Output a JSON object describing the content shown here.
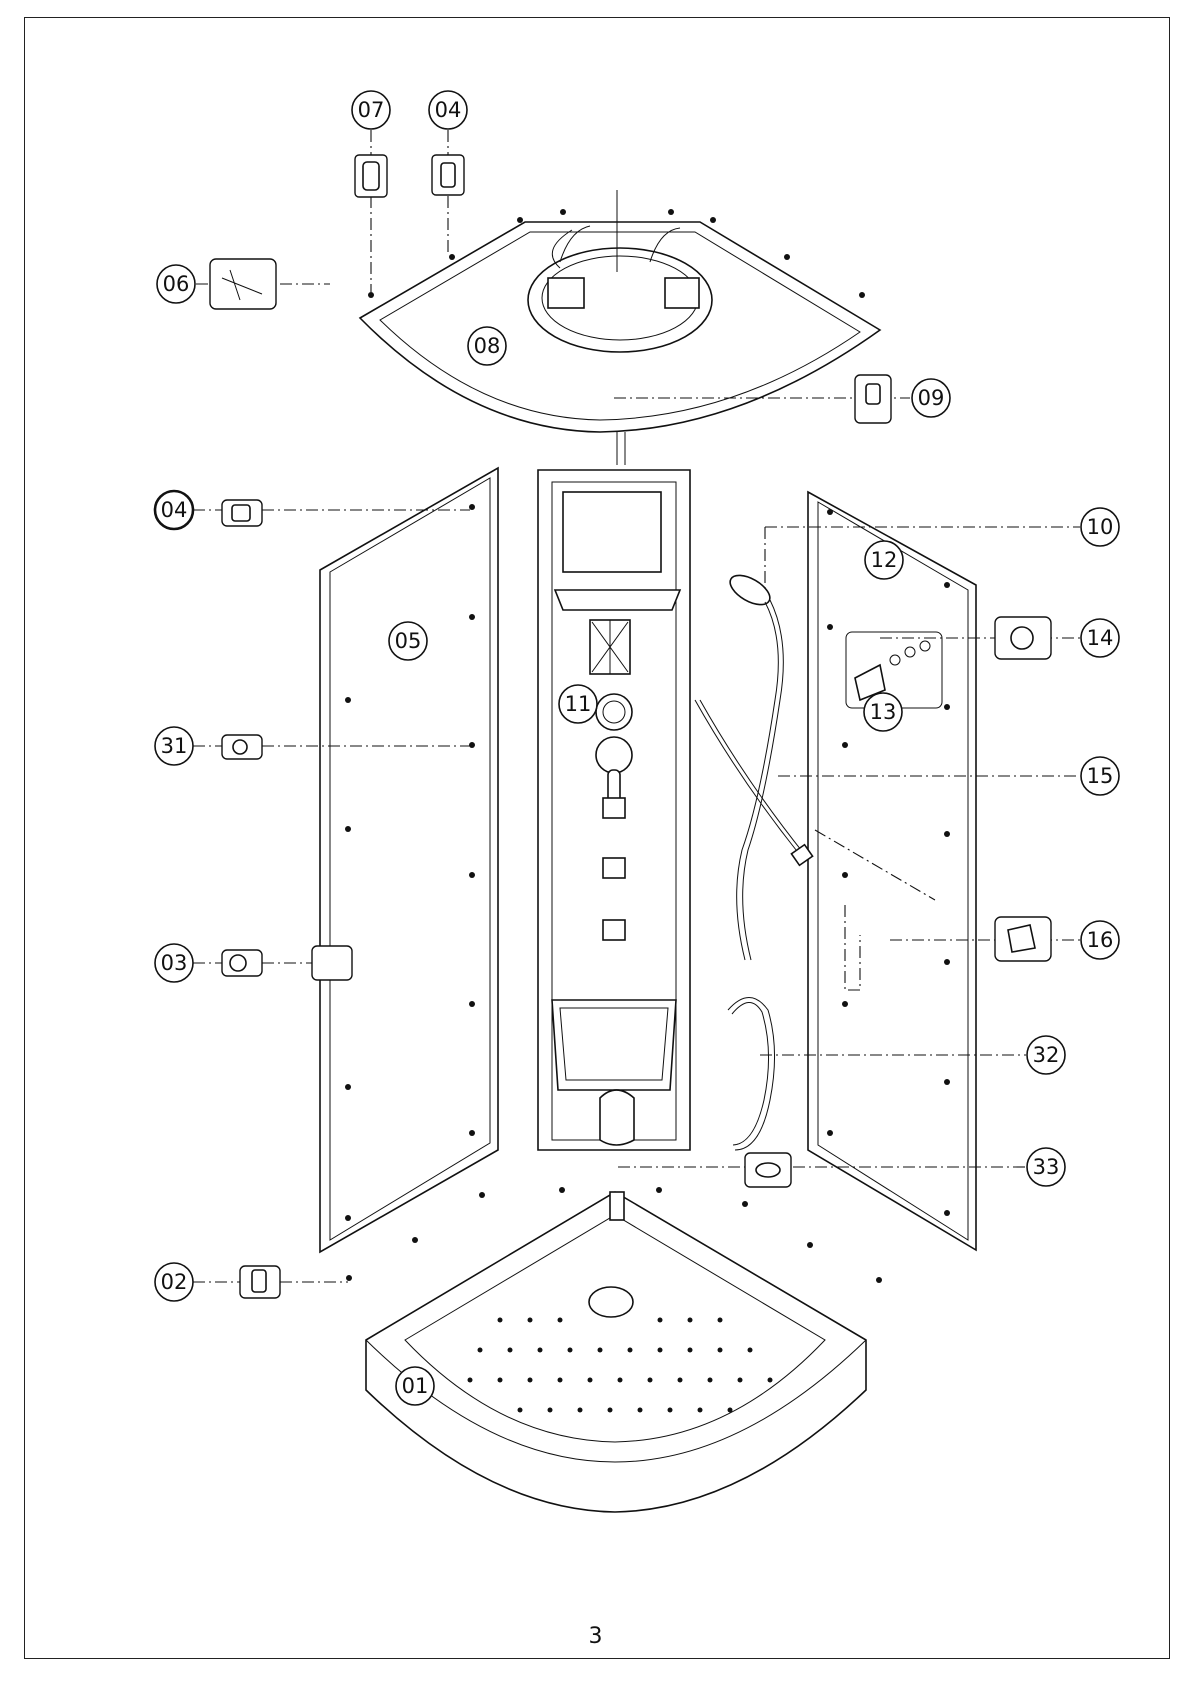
{
  "page_number": "3",
  "callouts": [
    {
      "label": "07"
    },
    {
      "label": "04"
    },
    {
      "label": "06"
    },
    {
      "label": "08"
    },
    {
      "label": "09"
    },
    {
      "label": "04"
    },
    {
      "label": "10"
    },
    {
      "label": "12"
    },
    {
      "label": "05"
    },
    {
      "label": "14"
    },
    {
      "label": "13"
    },
    {
      "label": "11"
    },
    {
      "label": "31"
    },
    {
      "label": "15"
    },
    {
      "label": "03"
    },
    {
      "label": "16"
    },
    {
      "label": "32"
    },
    {
      "label": "33"
    },
    {
      "label": "02"
    },
    {
      "label": "01"
    }
  ]
}
